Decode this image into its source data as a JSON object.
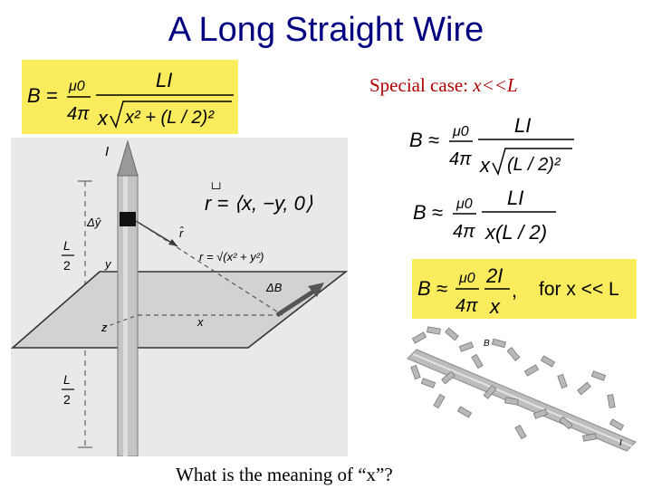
{
  "slide": {
    "title": "A Long Straight Wire",
    "special_case_label": "Special case:",
    "special_case_condition": "x<<L",
    "caption": "What is the meaning of “x”?"
  },
  "equations": {
    "general": {
      "lhs": "B =",
      "coef_num": "μ0",
      "coef_den": "4π",
      "num": "LI",
      "den_x": "x",
      "den_root": "x² + (L / 2)²"
    },
    "approx1": {
      "lhs": "B ≈",
      "coef_num": "μ0",
      "coef_den": "4π",
      "num": "LI",
      "den_x": "x",
      "den_root": "(L / 2)²"
    },
    "approx2": {
      "lhs": "B ≈",
      "coef_num": "μ0",
      "coef_den": "4π",
      "num": "LI",
      "den": "x(L / 2)"
    },
    "final": {
      "lhs": "B ≈",
      "coef_num": "μ0",
      "coef_den": "4π",
      "num": "2I",
      "den": "x",
      "comma": ",",
      "condition": "for x << L"
    }
  },
  "diagram": {
    "current_label": "I",
    "dy_label": "Δŷ",
    "rhat_label": "r̂",
    "r_vector_eq": "r = ⟨x, −y, 0⟩",
    "r_mag_eq": "r = √(x² + y²)",
    "half_L_num": "L",
    "half_L_den": "2",
    "y_label": "y",
    "z_label": "z",
    "x_label": "x",
    "dB_label": "ΔB"
  },
  "field_figure": {
    "B_label": "B",
    "I_label": "I"
  }
}
